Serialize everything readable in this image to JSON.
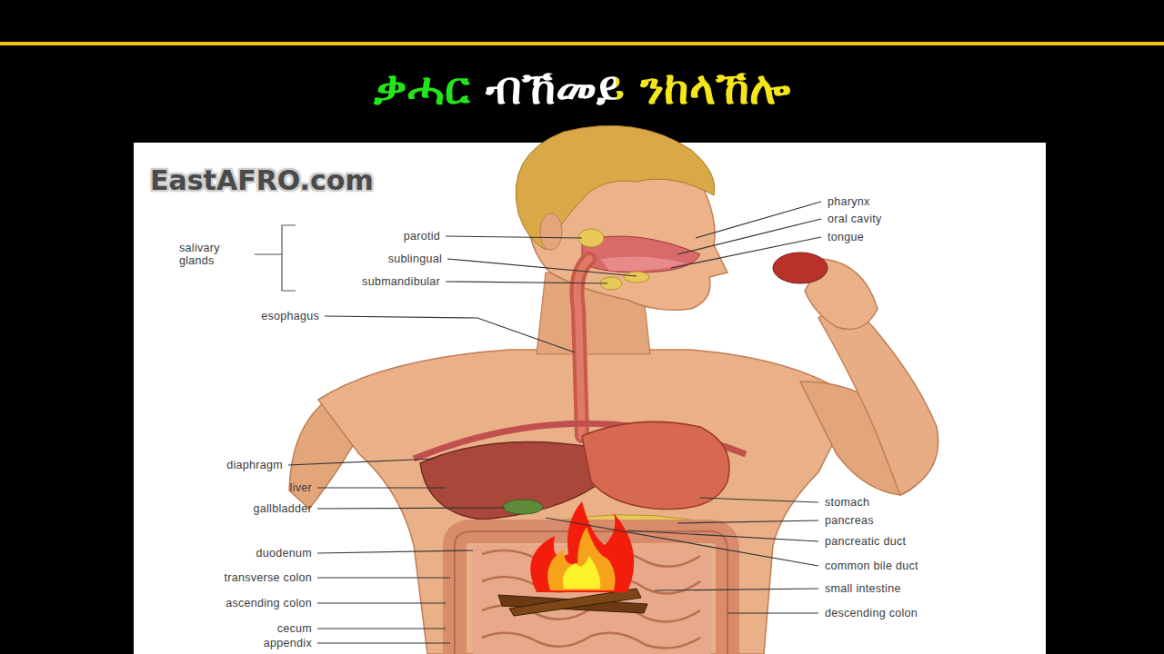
{
  "diagram": {
    "title": "ቃሓር ብኸመይ ንከላኸሎ",
    "labels": [
      "EastAFRO.com",
      "pharynx",
      "oral cavity",
      "tongue",
      "salivary glands",
      "parotid",
      "sublingual",
      "submandibular",
      "esophagus",
      "diaphragm",
      "liver",
      "gallbladder",
      "stomach",
      "pancreas",
      "pancreatic duct",
      "common bile duct",
      "duodenum",
      "small intestine",
      "transverse colon",
      "ascending colon",
      "descending colon",
      "cecum",
      "appendix"
    ]
  }
}
